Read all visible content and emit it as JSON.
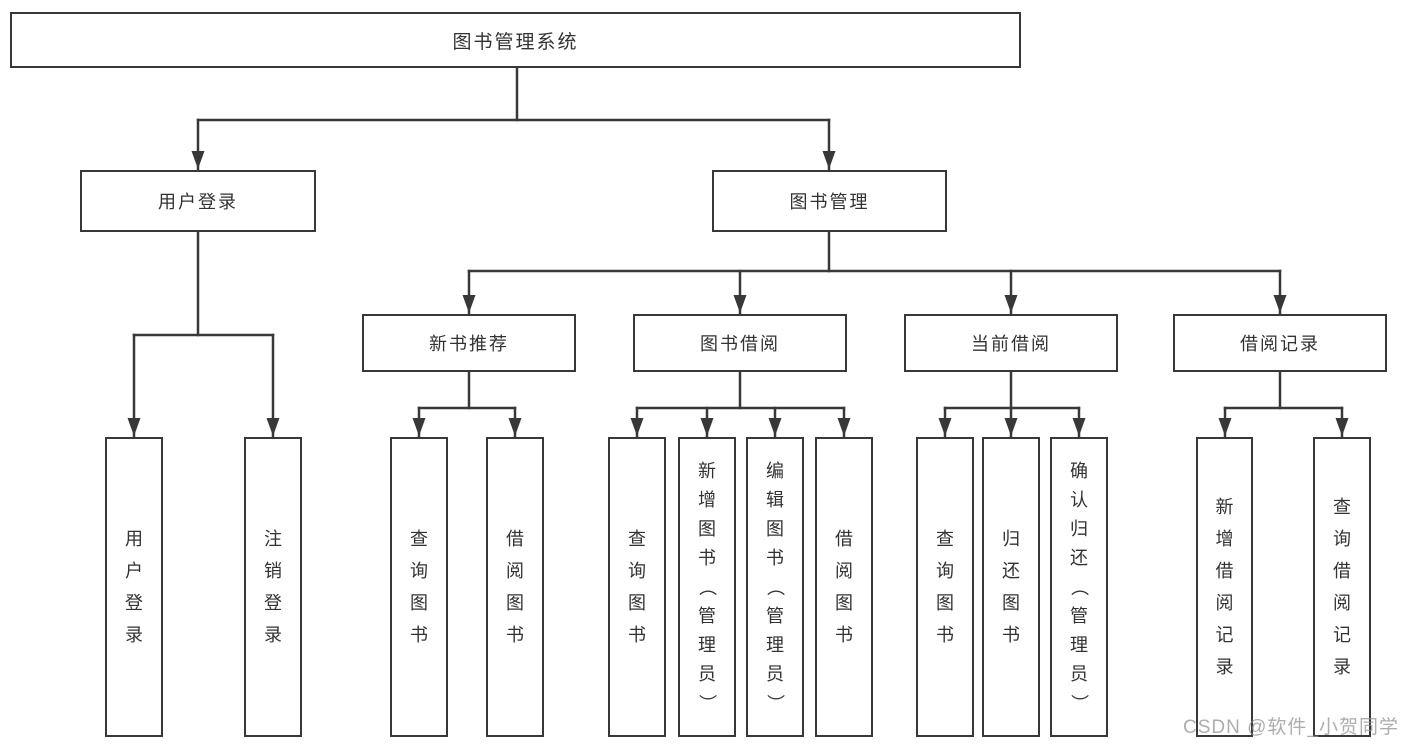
{
  "diagram": {
    "type": "tree",
    "orientation": "top-down",
    "colors": {
      "background": "#ffffff",
      "line": "#383838",
      "box_border": "#383838",
      "text": "#323232",
      "watermark": "#919191"
    },
    "tree": {
      "label": "图书管理系统",
      "children": [
        {
          "label": "用户登录",
          "children": [
            {
              "label": "用户登录"
            },
            {
              "label": "注销登录"
            }
          ]
        },
        {
          "label": "图书管理",
          "children": [
            {
              "label": "新书推荐",
              "children": [
                {
                  "label": "查询图书"
                },
                {
                  "label": "借阅图书"
                }
              ]
            },
            {
              "label": "图书借阅",
              "children": [
                {
                  "label": "查询图书"
                },
                {
                  "label": "新增图书（管理员）"
                },
                {
                  "label": "编辑图书（管理员）"
                },
                {
                  "label": "借阅图书"
                }
              ]
            },
            {
              "label": "当前借阅",
              "children": [
                {
                  "label": "查询图书"
                },
                {
                  "label": "归还图书"
                },
                {
                  "label": "确认归还（管理员）"
                }
              ]
            },
            {
              "label": "借阅记录",
              "children": [
                {
                  "label": "新增借阅记录"
                },
                {
                  "label": "查询借阅记录"
                }
              ]
            }
          ]
        }
      ]
    },
    "watermark": "CSDN @软件_小贺同学"
  }
}
